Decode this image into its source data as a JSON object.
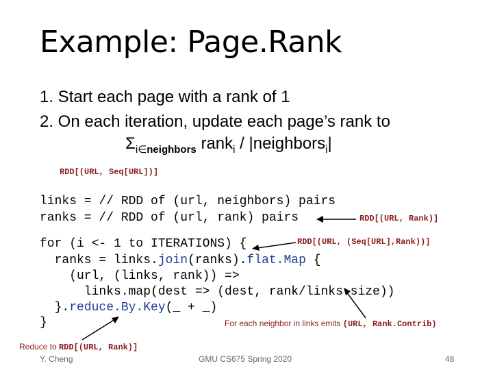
{
  "slide": {
    "title": "Example: Page.Rank",
    "bullets": [
      "1. Start each page with a rank of 1",
      "2. On each iteration, update each page’s rank to"
    ],
    "formula": {
      "sigma": "Σ",
      "sub_i": "i",
      "elem": "∈",
      "sub_neighbors": "neighbors",
      "rank": " rank",
      "rank_sub": "i",
      "divide": " / |neighbors",
      "neighbors_sub": "i",
      "bar": "|"
    },
    "annotations": {
      "links_type": "RDD[(URL, Seq[URL])]",
      "ranks_type": "RDD[(URL, Rank)]",
      "join_type": "RDD[(URL, (Seq[URL],Rank))]",
      "flatmap_note_prefix": "For each neighbor in links emits ",
      "flatmap_note_type": "(URL, Rank.Contrib)",
      "reduce_prefix": "Reduce to ",
      "reduce_type": "RDD[(URL, Rank)]"
    },
    "code": {
      "line1": "links = // RDD of (url, neighbors) pairs",
      "line2": "ranks = // RDD of (url, rank) pairs",
      "line3": "for (i <- 1 to ITERATIONS) {",
      "line4_a": "  ranks = links.",
      "line4_join": "join",
      "line4_b": "(ranks).",
      "line4_flatmap": "flat.Map",
      "line4_c": " {",
      "line5": "    (url, (links, rank)) =>",
      "line6": "      links.map(dest => (dest, rank/links.size))",
      "line7_a": "  }.",
      "line7_reduce": "reduce.By.Key",
      "line7_b": "(_ + _)",
      "line8": "}"
    },
    "footer": {
      "author": "Y. Cheng",
      "course": "GMU CS675 Spring 2020",
      "page": "48"
    }
  }
}
